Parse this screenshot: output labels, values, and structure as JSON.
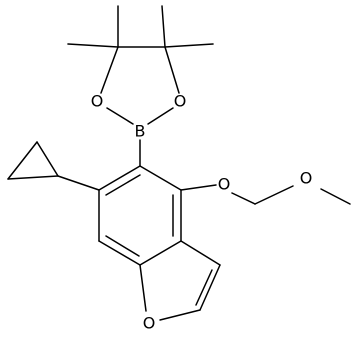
{
  "atoms": {
    "boron": "B",
    "oxygen_pinacol_left": "O",
    "oxygen_pinacol_right": "O",
    "oxygen_ether_aryl": "O",
    "oxygen_ether_methyl": "O",
    "oxygen_furan": "O"
  },
  "colors": {
    "bond": "#000000",
    "label": "#000000",
    "background": "#ffffff"
  }
}
